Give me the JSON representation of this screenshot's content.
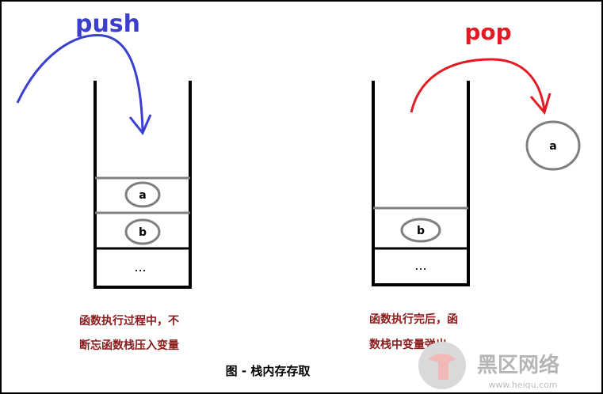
{
  "diagram": {
    "push_label": "push",
    "pop_label": "pop",
    "push_stack": {
      "elements": [
        "a",
        "b"
      ],
      "bottom": "..."
    },
    "pop_stack": {
      "elements": [
        "b"
      ],
      "bottom": "..."
    },
    "popped_element": "a",
    "caption_left": [
      "函数执行过程中，不",
      "断忘函数栈压入变量"
    ],
    "caption_right": [
      "函数执行完后，函",
      "数栈中变量弹出"
    ],
    "title": "图 - 栈内存存取",
    "watermark": {
      "brand": "黑区网络",
      "url": "www.heiqu.com"
    },
    "colors": {
      "push": "#3b3fce",
      "pop": "#e01b24",
      "caption": "#8b1a1a",
      "stack": "#000000",
      "divider": "#7f7f7f"
    }
  }
}
